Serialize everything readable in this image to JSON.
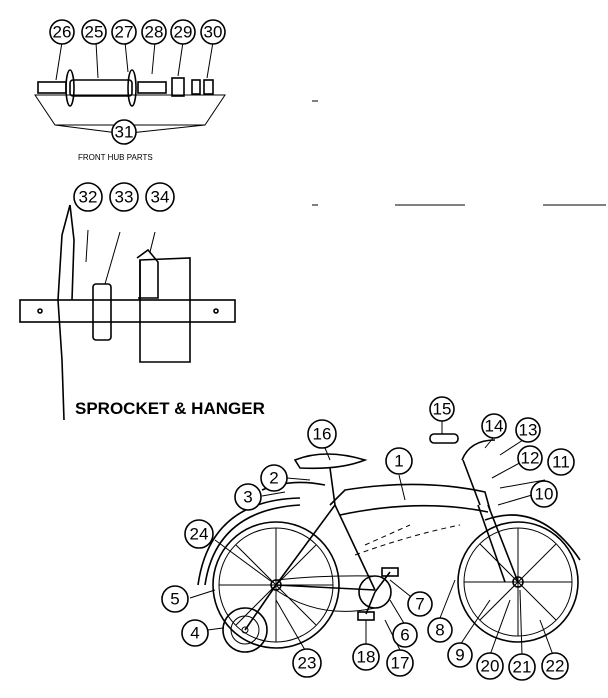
{
  "captions": {
    "front_hub": "FRONT HUB PARTS",
    "sprocket": "SPROCKET & HANGER"
  },
  "callouts": [
    {
      "id": "c26",
      "label": "26"
    },
    {
      "id": "c25",
      "label": "25"
    },
    {
      "id": "c27",
      "label": "27"
    },
    {
      "id": "c28",
      "label": "28"
    },
    {
      "id": "c29",
      "label": "29"
    },
    {
      "id": "c30",
      "label": "30"
    },
    {
      "id": "c31",
      "label": "31"
    },
    {
      "id": "c32",
      "label": "32"
    },
    {
      "id": "c33",
      "label": "33"
    },
    {
      "id": "c34",
      "label": "34"
    },
    {
      "id": "c16",
      "label": "16"
    },
    {
      "id": "c15",
      "label": "15"
    },
    {
      "id": "c14",
      "label": "14"
    },
    {
      "id": "c13",
      "label": "13"
    },
    {
      "id": "c12",
      "label": "12"
    },
    {
      "id": "c11",
      "label": "11"
    },
    {
      "id": "c1",
      "label": "1"
    },
    {
      "id": "c2",
      "label": "2"
    },
    {
      "id": "c3",
      "label": "3"
    },
    {
      "id": "c10",
      "label": "10"
    },
    {
      "id": "c24",
      "label": "24"
    },
    {
      "id": "c5",
      "label": "5"
    },
    {
      "id": "c4",
      "label": "4"
    },
    {
      "id": "c23",
      "label": "23"
    },
    {
      "id": "c18",
      "label": "18"
    },
    {
      "id": "c17",
      "label": "17"
    },
    {
      "id": "c6",
      "label": "6"
    },
    {
      "id": "c7",
      "label": "7"
    },
    {
      "id": "c8",
      "label": "8"
    },
    {
      "id": "c9",
      "label": "9"
    },
    {
      "id": "c20",
      "label": "20"
    },
    {
      "id": "c21",
      "label": "21"
    },
    {
      "id": "c22",
      "label": "22"
    }
  ]
}
